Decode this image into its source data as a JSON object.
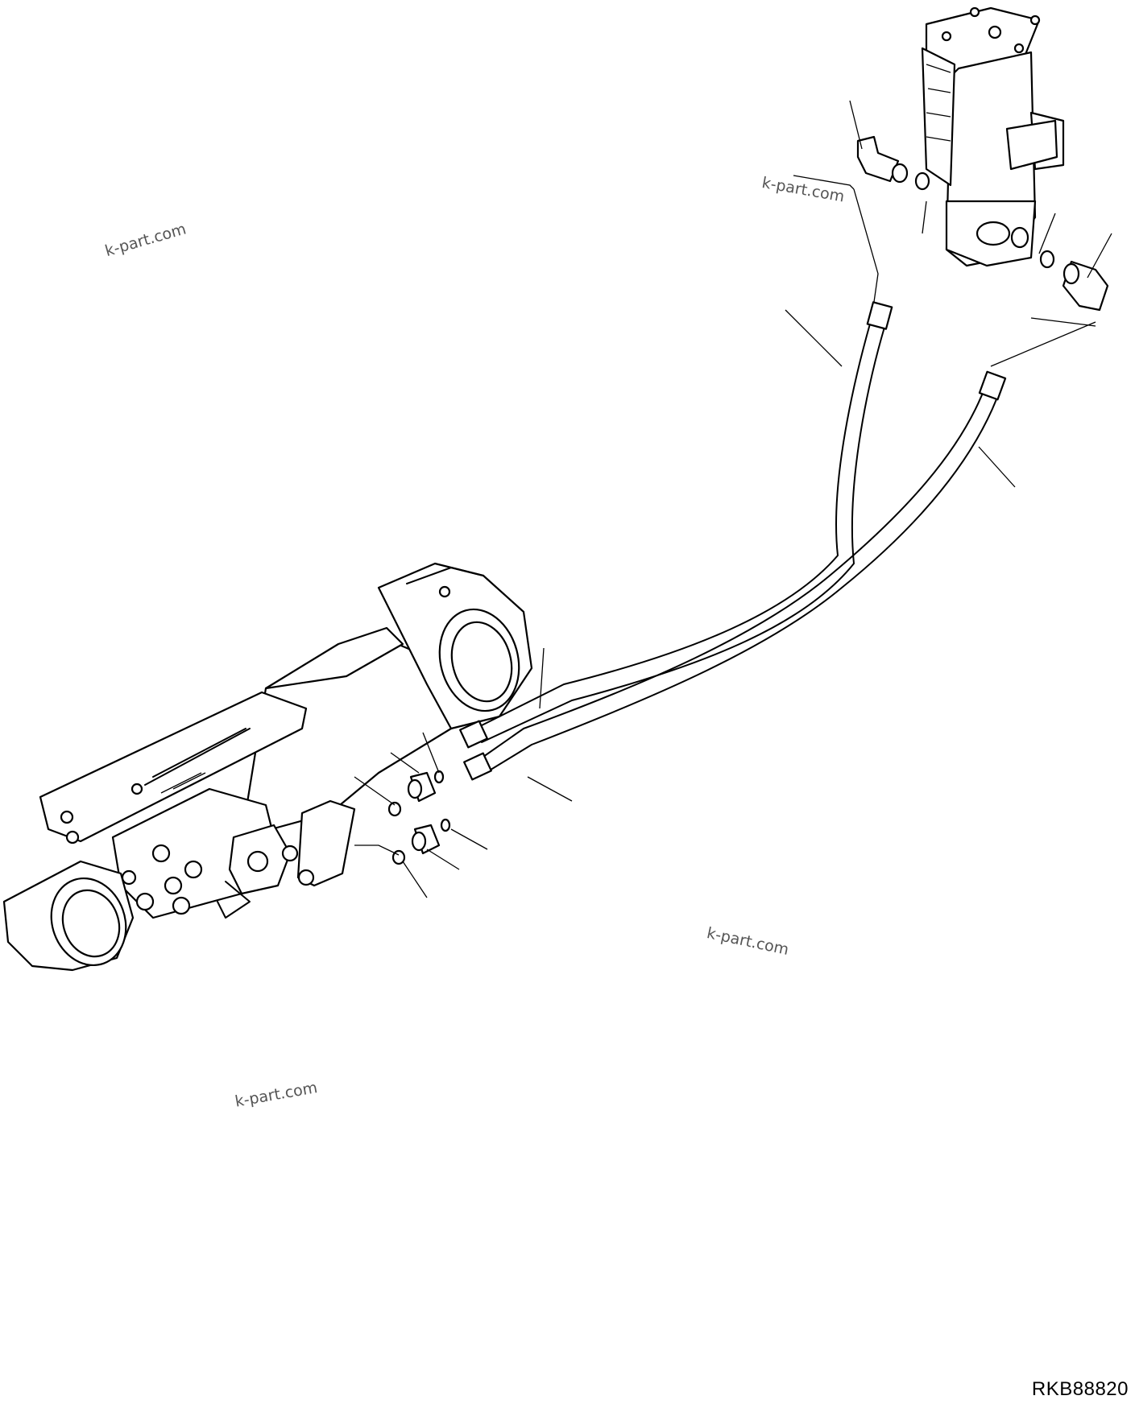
{
  "drawing_code": "RKB88820",
  "watermarks": [
    "k-part.com",
    "k-part.com",
    "k-part.com",
    "k-part.com"
  ]
}
